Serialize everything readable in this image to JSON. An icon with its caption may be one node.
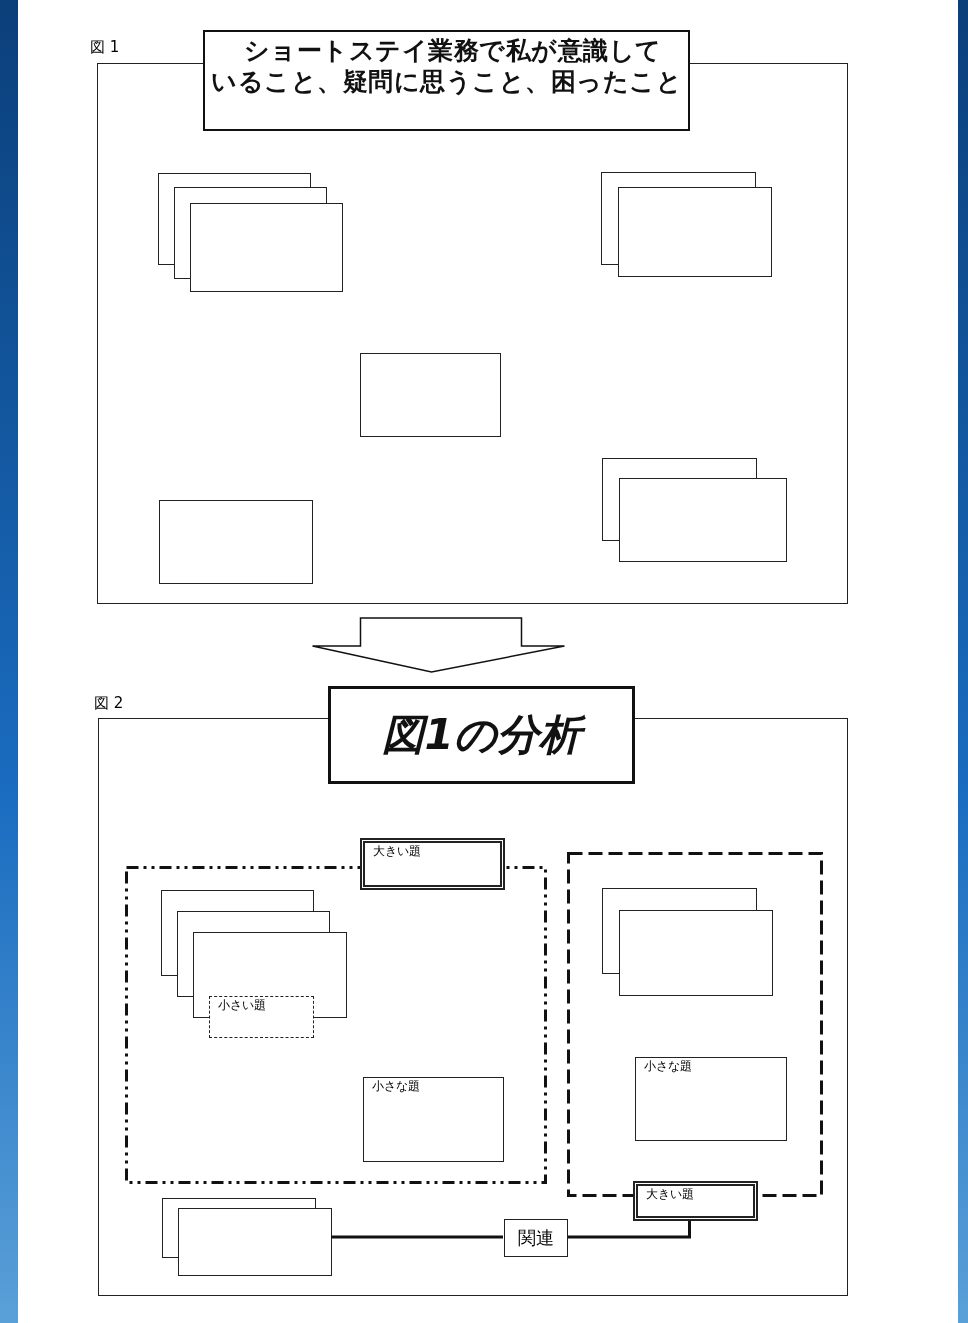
{
  "diagram": {
    "nodes": [
      {
        "text": [],
        "shape": "box"
      },
      {
        "text": [
          "ショートステイ業務で私が意識していること、疑問に思うこと、困ったこと"
        ]
      },
      {
        "text": [],
        "shape": "box",
        "in": 0
      },
      {
        "text": [],
        "shape": "box",
        "in": 0
      },
      {
        "text": [],
        "shape": "box",
        "in": 0
      },
      {
        "text": [],
        "shape": "box",
        "in": 0
      },
      {
        "text": [],
        "shape": "box",
        "in": 0
      },
      {
        "text": [],
        "shape": "box",
        "in": 0
      },
      {
        "text": [],
        "shape": "box",
        "in": 0
      },
      {
        "text": [],
        "shape": "box",
        "in": 0
      },
      {
        "text": [],
        "shape": "box",
        "in": 0
      },
      {
        "text": [],
        "shape": "box"
      },
      {
        "text": [
          "図1の分析"
        ]
      },
      {
        "text": [],
        "shape": "box",
        "in": 11
      },
      {
        "text": [
          "大きい題"
        ],
        "in": 11
      },
      {
        "text": [],
        "shape": "box",
        "in": 11
      },
      {
        "text": [],
        "shape": "box",
        "in": 13
      },
      {
        "text": [],
        "shape": "box",
        "in": 13
      },
      {
        "text": [],
        "shape": "box",
        "in": 13
      },
      {
        "text": [
          "小さい題"
        ],
        "in": 13
      },
      {
        "text": [],
        "shape": "box",
        "in": 15
      },
      {
        "text": [],
        "shape": "box",
        "in": 15
      },
      {
        "text": [
          "小さな題"
        ],
        "in": 13
      },
      {
        "text": [
          "小さな題"
        ],
        "in": 15
      },
      {
        "text": [
          "大きい題"
        ],
        "in": 11
      },
      {
        "text": [],
        "shape": "box",
        "in": 11
      },
      {
        "text": [],
        "shape": "box",
        "in": 11
      },
      {
        "text": [
          "関連"
        ],
        "in": 11
      }
    ],
    "edges": [
      {
        "from": 0,
        "to": 12,
        "arrow": "to"
      },
      {
        "from": 26,
        "to": 27,
        "arrow": "none"
      },
      {
        "from": 27,
        "to": 24,
        "arrow": "none"
      }
    ],
    "labels": [
      "図 1",
      "図 2"
    ]
  }
}
